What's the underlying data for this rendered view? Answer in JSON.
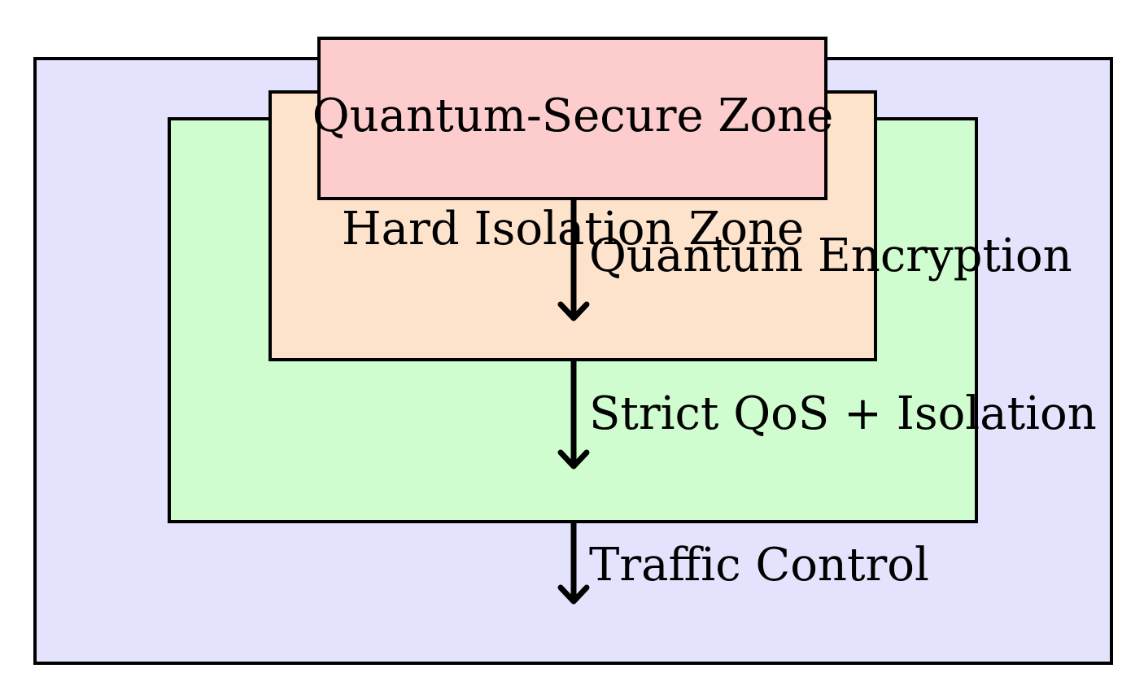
{
  "zones": {
    "outer": {
      "color": "#e3e3fd"
    },
    "green": {
      "color": "#cffdcf"
    },
    "hard_isolation": {
      "label": "Hard Isolation Zone",
      "color": "#fde3cc"
    },
    "quantum_secure": {
      "label": "Quantum-Secure Zone",
      "color": "#fdcccc"
    }
  },
  "flows": [
    {
      "label": "Quantum Encryption"
    },
    {
      "label": "Strict QoS + Isolation"
    },
    {
      "label": "Traffic Control"
    }
  ]
}
